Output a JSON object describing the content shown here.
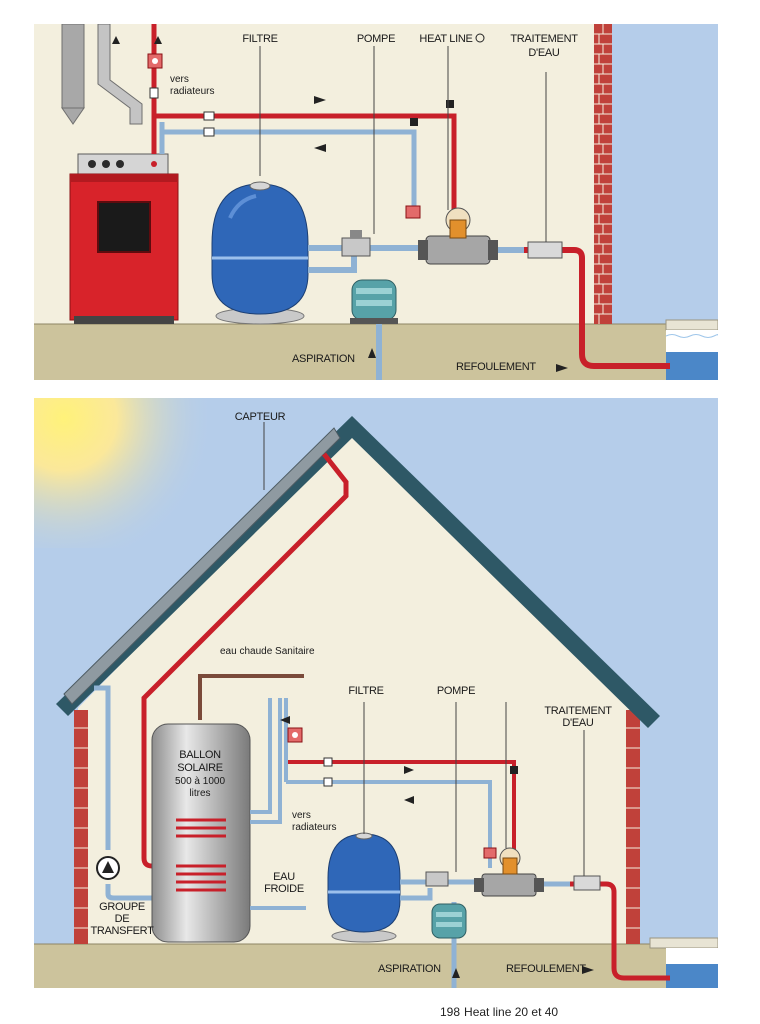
{
  "top_panel": {
    "labels": {
      "filtre": "FILTRE",
      "pompe": "POMPE",
      "heat_line": "HEAT LINE",
      "traitement_line1": "TRAITEMENT",
      "traitement_line2": "D'EAU",
      "vers_line1": "vers",
      "vers_line2": "radiateurs",
      "aspiration": "ASPIRATION",
      "refoulement": "REFOULEMENT"
    }
  },
  "bottom_panel": {
    "labels": {
      "capteur": "CAPTEUR",
      "eau_chaude": "eau chaude Sanitaire",
      "filtre": "FILTRE",
      "pompe": "POMPE",
      "traitement_line1": "TRAITEMENT",
      "traitement_line2": "D'EAU",
      "ballon_line1": "BALLON",
      "ballon_line2": "SOLAIRE",
      "ballon_line3": "500 à 1000",
      "ballon_line4": "litres",
      "vers_line1": "vers",
      "vers_line2": "radiateurs",
      "eau_froide_line1": "EAU",
      "eau_froide_line2": "FROIDE",
      "groupe_line1": "GROUPE",
      "groupe_line2": "DE",
      "groupe_line3": "TRANSFERT",
      "aspiration": "ASPIRATION",
      "refoulement": "REFOULEMENT"
    }
  },
  "caption": {
    "page_number": "198",
    "product": "Heat line 20 et 40"
  },
  "colors": {
    "hot_pipe": "#c8202a",
    "cold_pipe": "#8fb2d4",
    "wall_bg": "#f3efde",
    "sky": "#b5cdea",
    "ground": "#ccc39c",
    "brick": "#c0413a",
    "filter_blue": "#2f67b8",
    "boiler_red": "#d8232a",
    "roof": "#2e5866",
    "pool_water": "#4b87c8"
  }
}
